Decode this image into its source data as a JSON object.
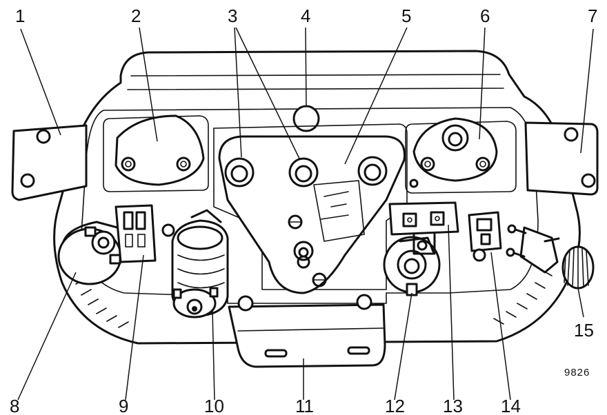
{
  "callouts": [
    {
      "id": 1,
      "label": "1"
    },
    {
      "id": 2,
      "label": "2"
    },
    {
      "id": 3,
      "label": "3"
    },
    {
      "id": 4,
      "label": "4"
    },
    {
      "id": 5,
      "label": "5"
    },
    {
      "id": 6,
      "label": "6"
    },
    {
      "id": 7,
      "label": "7"
    },
    {
      "id": 8,
      "label": "8"
    },
    {
      "id": 9,
      "label": "9"
    },
    {
      "id": 10,
      "label": "10"
    },
    {
      "id": 11,
      "label": "11"
    },
    {
      "id": 12,
      "label": "12"
    },
    {
      "id": 13,
      "label": "13"
    },
    {
      "id": 14,
      "label": "14"
    },
    {
      "id": 15,
      "label": "15"
    }
  ],
  "reference_number": "9826"
}
